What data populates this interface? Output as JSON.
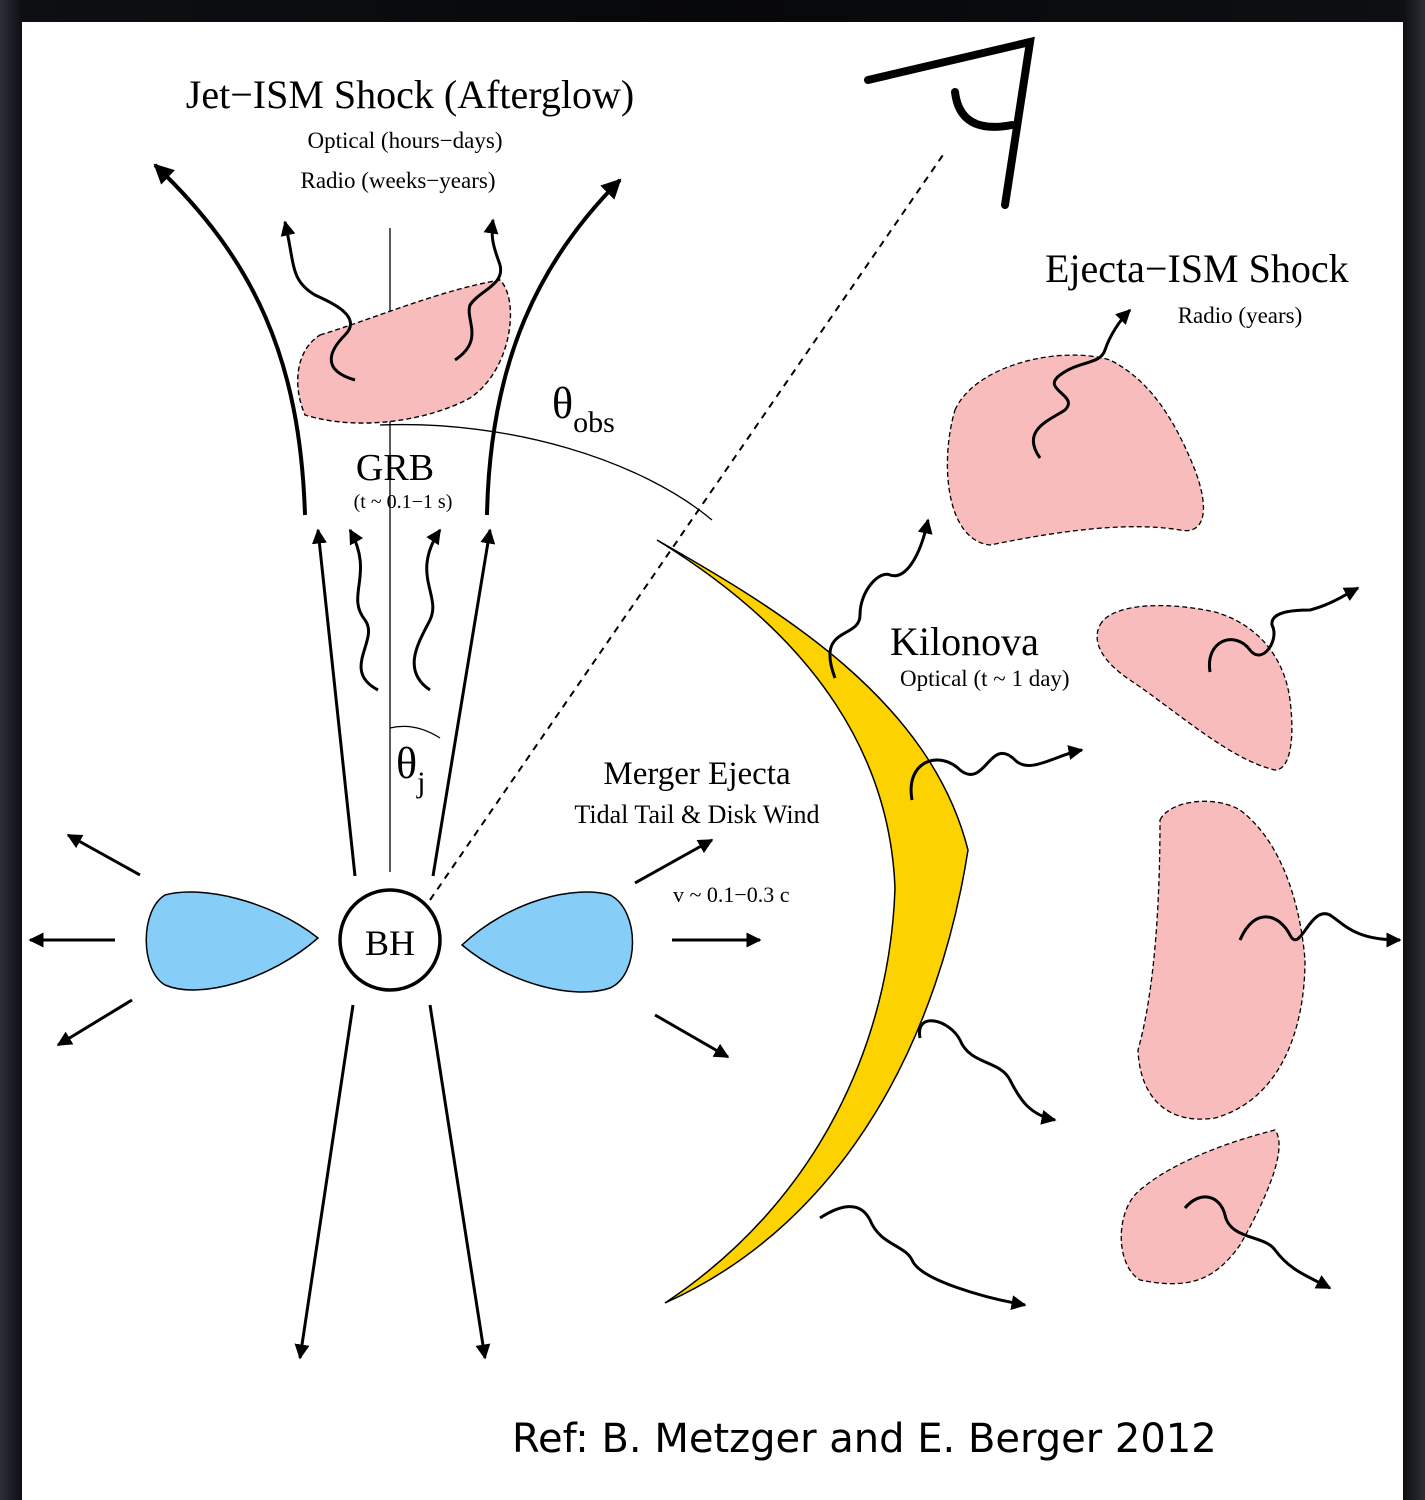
{
  "jet_ism": {
    "title": "Jet−ISM Shock (Afterglow)",
    "line1": "Optical (hours−days)",
    "line2": "Radio (weeks−years)"
  },
  "grb": {
    "title": "GRB",
    "time": "(t ~ 0.1−1 s)"
  },
  "theta_obs": {
    "symbol": "θ",
    "sub": "obs"
  },
  "theta_j": {
    "symbol": "θ",
    "sub": "j"
  },
  "bh": {
    "label": "BH"
  },
  "merger": {
    "title": "Merger Ejecta",
    "sub": "Tidal Tail & Disk Wind",
    "velocity": "v ~ 0.1−0.3 c"
  },
  "kilonova": {
    "title": "Kilonova",
    "sub": "Optical (t ~ 1 day)"
  },
  "ejecta_ism": {
    "title": "Ejecta−ISM Shock",
    "sub": "Radio (years)"
  },
  "reference": "Ref: B. Metzger and E. Berger 2012",
  "colors": {
    "blob": "#f8bcbd",
    "disk": "#86cdf7",
    "kilonova": "#fcd200",
    "outline": "#000000"
  }
}
